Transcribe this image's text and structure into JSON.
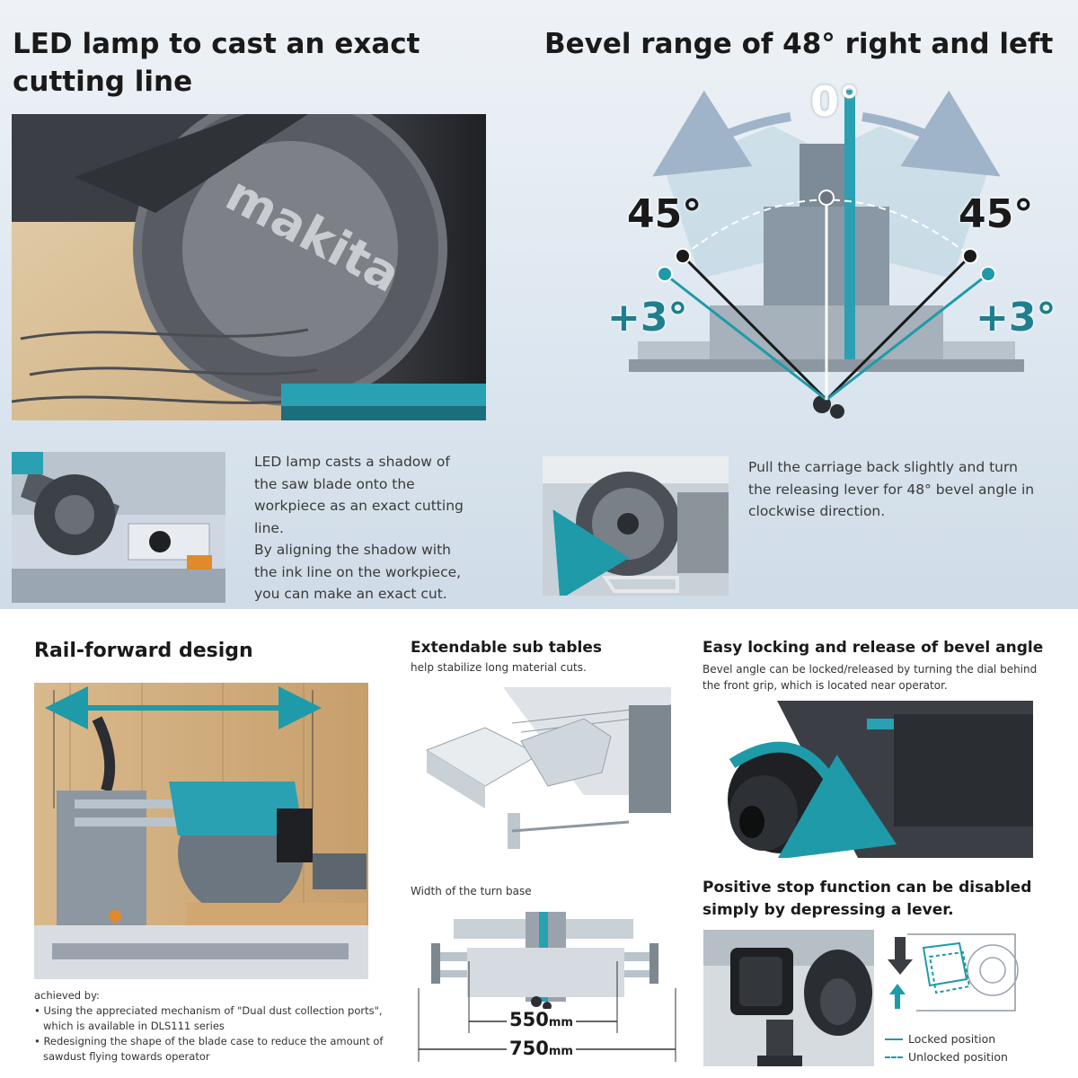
{
  "top_left": {
    "title_line1": "LED lamp to cast an exact",
    "title_line2": "cutting line",
    "blade_brand": "makita",
    "desc_lines": [
      "LED lamp casts a shadow of",
      "the saw blade onto the",
      "workpiece as an exact cutting",
      "line.",
      "By aligning the shadow with",
      "the ink line on the workpiece,",
      "you can make an exact cut."
    ]
  },
  "top_right": {
    "title": "Bevel range of 48° right and left",
    "zero_label": "0°",
    "left_45": "45°",
    "right_45": "45°",
    "left_plus3": "+3°",
    "right_plus3": "+3°",
    "desc_lines": [
      "Pull the carriage back slightly and turn",
      "the releasing lever for 48° bevel angle in",
      "clockwise direction."
    ]
  },
  "rail": {
    "title": "Rail-forward design",
    "achieved_by": "achieved by:",
    "bullets": [
      "Using the appreciated mechanism of \"Dual dust collection ports\", which is available in DLS111 series",
      "Redesigning the shape of the blade case to reduce the amount of sawdust flying towards operator"
    ]
  },
  "sub_tables": {
    "title": "Extendable sub tables",
    "subtitle": "help stabilize long material cuts."
  },
  "turn_base": {
    "caption": "Width of the turn base",
    "dim1_value": "550",
    "dim2_value": "750",
    "unit": "mm"
  },
  "bevel_lock": {
    "title": "Easy locking and release of bevel angle",
    "desc_line1": "Bevel angle can be locked/released by turning the dial behind",
    "desc_line2": "the front grip, which is located near operator."
  },
  "positive_stop": {
    "title_line1": "Positive stop function can be disabled",
    "title_line2": "simply by depressing a lever.",
    "legend_locked": "Locked position",
    "legend_unlocked": "Unlocked position"
  },
  "colors": {
    "teal": "#1f9aa8",
    "heading": "#1a1a1a",
    "body": "#3a3a3a"
  }
}
